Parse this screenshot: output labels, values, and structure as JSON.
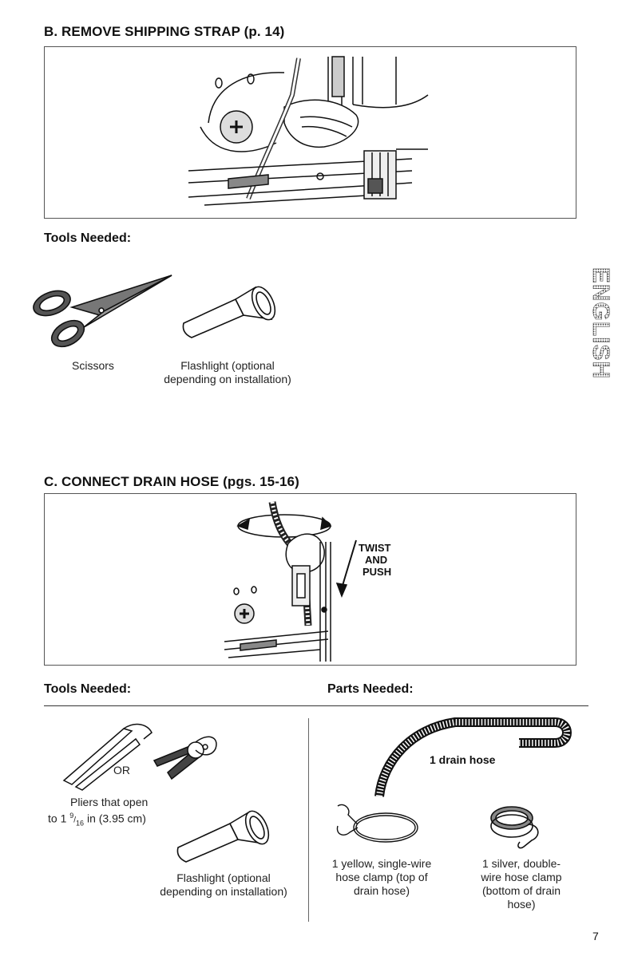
{
  "section_b": {
    "heading": "B. REMOVE SHIPPING STRAP (p. 14)",
    "tools_heading": "Tools Needed:",
    "tools": [
      {
        "caption": "Scissors",
        "icon": "scissors-icon"
      },
      {
        "caption_line1": "Flashlight (optional",
        "caption_line2": "depending on installation)",
        "icon": "flashlight-icon"
      }
    ]
  },
  "side_tab": {
    "label": "ENGLISH"
  },
  "section_c": {
    "heading": "C. CONNECT DRAIN HOSE (pgs. 15-16)",
    "twist_line1": "TWIST",
    "twist_line2": "AND",
    "twist_line3": "PUSH",
    "tools_heading": "Tools Needed:",
    "parts_heading": "Parts Needed:",
    "or_label": "OR",
    "pliers_line1": "Pliers that open",
    "pliers_line2_prefix": "to 1 ",
    "pliers_fraction_num": "9",
    "pliers_fraction_den": "16",
    "pliers_line2_suffix": " in (3.95 cm)",
    "flashlight_line1": "Flashlight (optional",
    "flashlight_line2": "depending on installation)",
    "drain_hose_label": "1 drain hose",
    "yellow_clamp": [
      "1 yellow, single-wire",
      "hose clamp (top of",
      "drain hose)"
    ],
    "silver_clamp": [
      "1 silver, double-",
      "wire hose clamp",
      "(bottom of drain",
      "hose)"
    ]
  },
  "page_number": "7"
}
